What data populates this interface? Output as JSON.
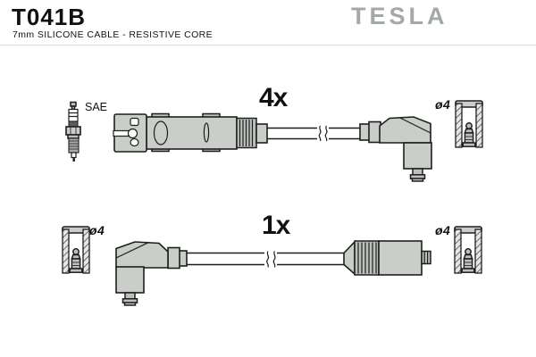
{
  "header": {
    "part_number": "T041B",
    "subtitle": "7mm SILICONE CABLE - RESISTIVE CORE",
    "brand": "TESLA"
  },
  "labels": {
    "spark_plug_standard": "SAE",
    "top_cable_quantity": "4x",
    "bottom_cable_quantity": "1x",
    "terminal_diameter_top_right": "ø4",
    "terminal_diameter_bottom_left": "ø4",
    "terminal_diameter_bottom_right": "ø4"
  },
  "icons": {
    "spark_plug": "spark-plug-icon",
    "distributor_connector": "distributor-connector-icon",
    "top_cable": "ignition-cable-icon",
    "angled_boot_top": "angled-plug-boot-icon",
    "terminal_socket": "terminal-socket-cross-section-icon",
    "angled_boot_bottom": "angled-plug-boot-icon",
    "straight_connector": "straight-plug-connector-icon",
    "bottom_cable": "ignition-cable-icon"
  },
  "colors": {
    "part_fill": "#c9cec9",
    "part_fill_shaded": "#bcc1bc",
    "outline": "#1e1e1e",
    "brand_gray": "#a3a9a6",
    "divider": "#dcdcdc",
    "text": "#111111",
    "background": "#ffffff"
  }
}
